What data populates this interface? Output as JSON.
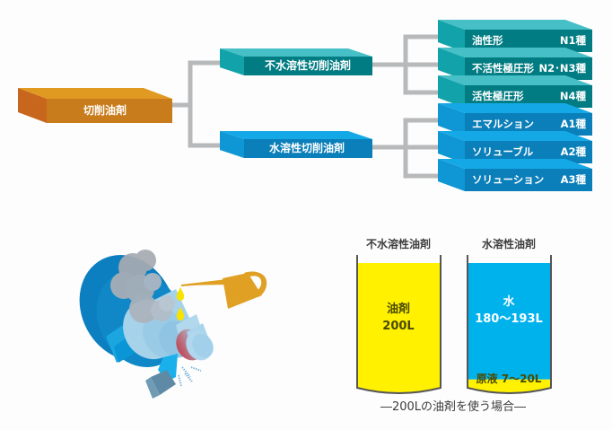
{
  "diagram": {
    "root": {
      "label": "切削油剤",
      "color_top": "#e09a22",
      "color_side": "#c8661e",
      "color_front": "#c97c1c"
    },
    "categories": [
      {
        "label": "不水溶性切削油剤",
        "color_top": "#46bfc6",
        "color_side": "#12a3aa",
        "color_front": "#007c82",
        "types": [
          {
            "name": "油性形",
            "code": "N1種"
          },
          {
            "name": "不活性極圧形",
            "code": "N2･N3種"
          },
          {
            "name": "活性極圧形",
            "code": "N4種"
          }
        ]
      },
      {
        "label": "水溶性切削油剤",
        "color_top": "#14a9e6",
        "color_side": "#0f96d4",
        "color_front": "#0a7fb9",
        "types": [
          {
            "name": "エマルション",
            "code": "A1種"
          },
          {
            "name": "ソリューブル",
            "code": "A2種"
          },
          {
            "name": "ソリューション",
            "code": "A3種"
          }
        ]
      }
    ],
    "connector_color": "#b8b9bb"
  },
  "illustration": {
    "subject": "lathe-turning-with-oil-can",
    "icons": [
      "lathe-chuck-icon",
      "workpiece-icon",
      "cutting-tool-icon",
      "smoke-icon",
      "oil-can-icon",
      "oil-drop-icon",
      "chips-icon"
    ],
    "colors": {
      "chuck": "#0b7fbf",
      "workpiece": "#9fcde6",
      "smoke": "#a7acb3",
      "oil_can": "#e0a024",
      "drops": "#f7e200",
      "tool": "#5e8aa6",
      "heat": "#c0505e"
    }
  },
  "tanks": {
    "items": [
      {
        "title": "不水溶性油剤",
        "segments": [
          {
            "label": "油剤",
            "value": "200L",
            "volume_l": 200,
            "color": "#fff100",
            "text_color": "#4a4a00"
          }
        ]
      },
      {
        "title": "水溶性油剤",
        "segments": [
          {
            "label": "水",
            "value": "180〜193L",
            "volume_l": 186.5,
            "color": "#00b2ec",
            "text_color": "#ffffff"
          },
          {
            "label": "原液 7〜20L",
            "volume_l": 13.5,
            "color": "#fff100",
            "text_color": "#4a4a00"
          }
        ]
      }
    ],
    "capacity_l": 200,
    "wall_color": "#555555",
    "caption": "―200Lの油剤を使う場合―"
  }
}
